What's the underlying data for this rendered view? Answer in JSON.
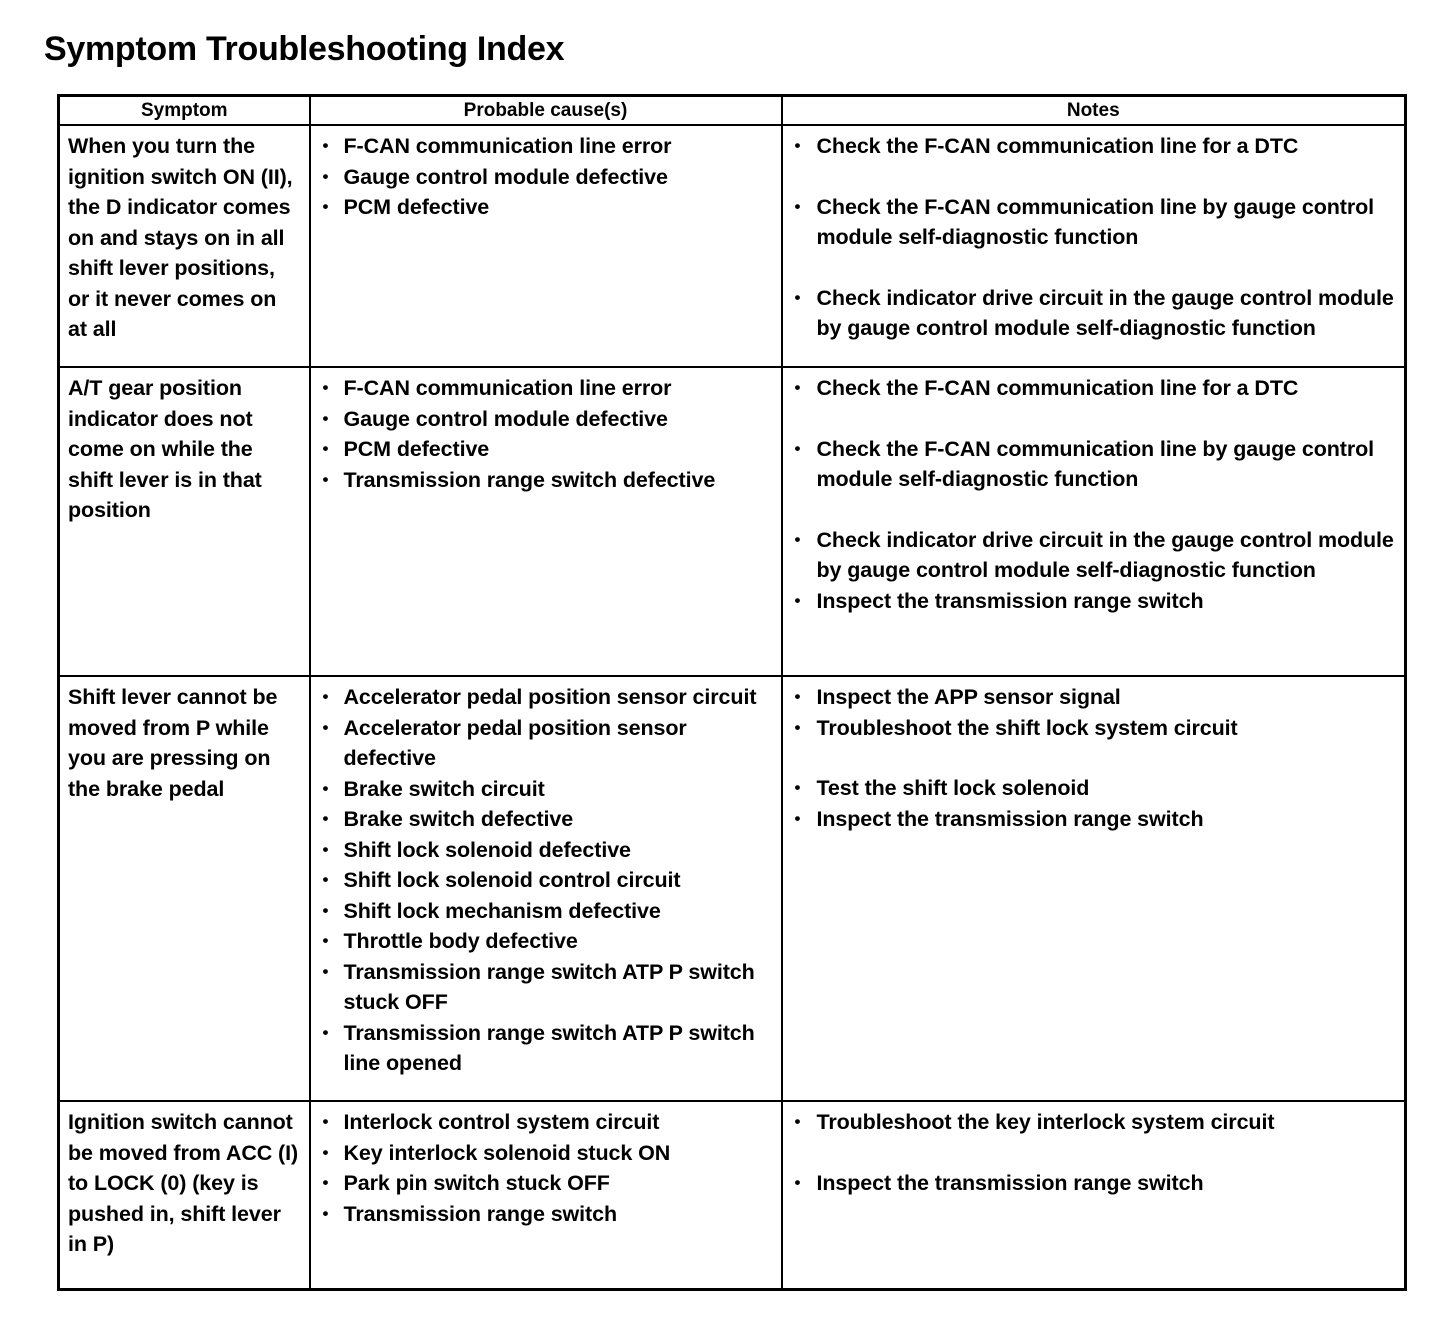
{
  "document": {
    "title": "Symptom Troubleshooting Index"
  },
  "table": {
    "headers": {
      "symptom": "Symptom",
      "cause": "Probable cause(s)",
      "notes": "Notes"
    },
    "rows": [
      {
        "symptom": "When you turn the ignition switch ON (II), the D indicator comes on and stays on in all shift lever positions, or it never comes on at all",
        "causes": [
          "F-CAN communication line error",
          "Gauge control module defective",
          "PCM defective"
        ],
        "notes": [
          "Check the F-CAN communication line for a DTC",
          "Check the F-CAN communication line by gauge control module self-diagnostic function",
          "Check indicator drive circuit in the gauge control module by gauge control module self-diagnostic function"
        ],
        "notes_gaps": [
          false,
          true,
          true
        ]
      },
      {
        "symptom": "A/T gear position indicator does not come on while the shift lever is in that position",
        "causes": [
          "F-CAN communication line error",
          "Gauge control module defective",
          "PCM defective",
          "Transmission range switch defective"
        ],
        "notes": [
          "Check the F-CAN communication line for a DTC",
          "Check the F-CAN communication line by gauge control module self-diagnostic function",
          "Check indicator drive circuit in the gauge control module by gauge control module self-diagnostic function",
          "Inspect the transmission range switch"
        ],
        "notes_gaps": [
          false,
          true,
          true,
          false
        ]
      },
      {
        "symptom": "Shift lever cannot be moved from P while you are pressing on the brake pedal",
        "causes": [
          "Accelerator pedal position sensor circuit",
          "Accelerator pedal position sensor defective",
          "Brake switch circuit",
          "Brake switch defective",
          "Shift lock solenoid defective",
          "Shift lock solenoid control circuit",
          "Shift lock mechanism defective",
          "Throttle body defective",
          "Transmission range switch ATP P switch stuck OFF",
          "Transmission range switch ATP P switch line opened"
        ],
        "notes": [
          "Inspect the APP sensor signal",
          "Troubleshoot the shift lock system circuit",
          "Test the shift lock solenoid",
          "Inspect the transmission range switch"
        ],
        "notes_gaps": [
          false,
          false,
          true,
          false
        ]
      },
      {
        "symptom": "Ignition switch cannot be moved from ACC (I) to LOCK (0) (key is pushed in, shift lever in P)",
        "causes": [
          "Interlock control system circuit",
          "Key interlock solenoid stuck ON",
          "Park pin switch stuck OFF",
          "Transmission range switch"
        ],
        "notes": [
          "Troubleshoot the key interlock system circuit",
          "Inspect the transmission range switch"
        ],
        "notes_gaps": [
          false,
          true
        ]
      }
    ]
  }
}
